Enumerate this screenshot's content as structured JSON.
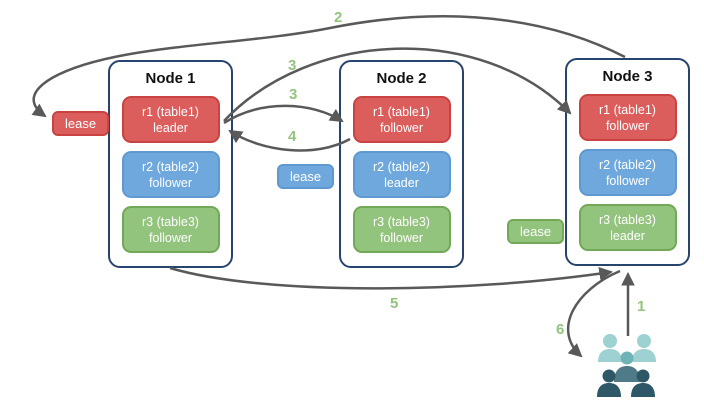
{
  "diagram": {
    "description": "replication-and-lease-flow-diagram",
    "background": "#ffffff"
  },
  "nodes": [
    {
      "title": "Node 1",
      "replicas": [
        {
          "name": "r1 (table1)",
          "role": "leader",
          "color": "red"
        },
        {
          "name": "r2 (table2)",
          "role": "follower",
          "color": "blue"
        },
        {
          "name": "r3 (table3)",
          "role": "follower",
          "color": "green"
        }
      ]
    },
    {
      "title": "Node 2",
      "replicas": [
        {
          "name": "r1 (table1)",
          "role": "follower",
          "color": "red"
        },
        {
          "name": "r2 (table2)",
          "role": "leader",
          "color": "blue"
        },
        {
          "name": "r3 (table3)",
          "role": "follower",
          "color": "green"
        }
      ]
    },
    {
      "title": "Node 3",
      "replicas": [
        {
          "name": "r1 (table1)",
          "role": "follower",
          "color": "red"
        },
        {
          "name": "r2 (table2)",
          "role": "follower",
          "color": "blue"
        },
        {
          "name": "r3 (table3)",
          "role": "leader",
          "color": "green"
        }
      ]
    }
  ],
  "leases": [
    {
      "label": "lease",
      "color": "red"
    },
    {
      "label": "lease",
      "color": "blue"
    },
    {
      "label": "lease",
      "color": "green"
    }
  ],
  "steps": [
    {
      "label": "1"
    },
    {
      "label": "2"
    },
    {
      "label": "3"
    },
    {
      "label": "3"
    },
    {
      "label": "4"
    },
    {
      "label": "5"
    },
    {
      "label": "6"
    }
  ],
  "icons": {
    "users": "users-group-icon"
  },
  "colors": {
    "red_fill": "#dc5e5c",
    "red_border": "#c84341",
    "blue_fill": "#6fa8dc",
    "blue_border": "#5f99d0",
    "green_fill": "#93c47d",
    "green_border": "#72a857",
    "node_border": "#26446e",
    "arrow": "#595959",
    "step_label": "#93c47d",
    "users_light": "#9ed1d2",
    "users_medium_head": "#6fb3b6",
    "users_medium_body": "#4f7a88",
    "users_dark": "#2e5868"
  }
}
